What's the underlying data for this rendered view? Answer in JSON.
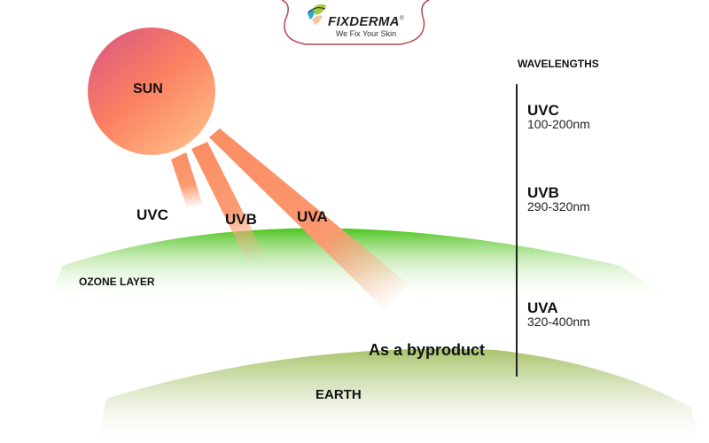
{
  "logo": {
    "brand": "FIXDERMA",
    "registered": "®",
    "tagline": "We Fix Your Skin",
    "colors": {
      "frame": "#b5484f",
      "leaf_green": "#9ecc3a",
      "leaf_blue": "#2fa6c9",
      "leaf_peach": "#f4c7a2"
    }
  },
  "diagram": {
    "sun_label": "SUN",
    "rays": [
      {
        "label": "UVC"
      },
      {
        "label": "UVB"
      },
      {
        "label": "UVA"
      }
    ],
    "ozone_label": "OZONE LAYER",
    "earth_label": "EARTH",
    "byproduct_label": "As a byproduct",
    "colors": {
      "sun_top": "#e0607a",
      "sun_bottom": "#ffb07a",
      "ray": "#fb8d63",
      "ozone": "#4cc41e",
      "earth": "#a9c46c"
    }
  },
  "wavelengths": {
    "title": "WAVELENGTHS",
    "items": [
      {
        "name": "UVC",
        "range": "100-200nm"
      },
      {
        "name": "UVB",
        "range": "290-320nm"
      },
      {
        "name": "UVA",
        "range": "320-400nm"
      }
    ]
  }
}
